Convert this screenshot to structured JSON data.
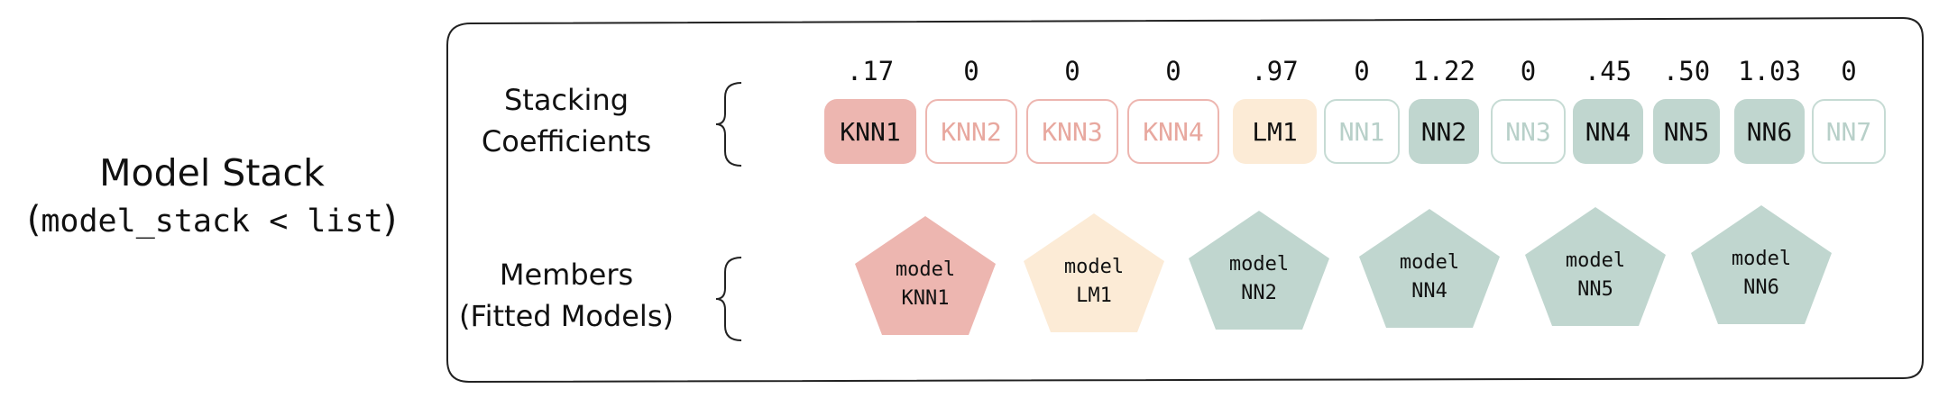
{
  "title": "Model Stack",
  "subtitle": "model_stack < list",
  "labels": {
    "coefficients": [
      "Stacking",
      "Coefficients"
    ],
    "members": [
      "Members",
      "(Fitted Models)"
    ]
  },
  "colors": {
    "knn_fill": "#EDB6B0",
    "knn_outline": "#EDB6B0",
    "knn_text_dim": "#E8A89F",
    "lm_fill": "#FCEBD6",
    "nn_fill": "#C0D6CF",
    "nn_outline": "#C6DBD4",
    "nn_text_dim": "#B8D0C9",
    "frame": "#222222"
  },
  "chips": [
    {
      "coef": ".17",
      "label": "KNN1",
      "family": "knn",
      "active": true
    },
    {
      "coef": "0",
      "label": "KNN2",
      "family": "knn",
      "active": false
    },
    {
      "coef": "0",
      "label": "KNN3",
      "family": "knn",
      "active": false
    },
    {
      "coef": "0",
      "label": "KNN4",
      "family": "knn",
      "active": false
    },
    {
      "coef": ".97",
      "label": "LM1",
      "family": "lm",
      "active": true
    },
    {
      "coef": "0",
      "label": "NN1",
      "family": "nn",
      "active": false
    },
    {
      "coef": "1.22",
      "label": "NN2",
      "family": "nn",
      "active": true
    },
    {
      "coef": "0",
      "label": "NN3",
      "family": "nn",
      "active": false
    },
    {
      "coef": ".45",
      "label": "NN4",
      "family": "nn",
      "active": true
    },
    {
      "coef": ".50",
      "label": "NN5",
      "family": "nn",
      "active": true
    },
    {
      "coef": "1.03",
      "label": "NN6",
      "family": "nn",
      "active": true
    },
    {
      "coef": "0",
      "label": "NN7",
      "family": "nn",
      "active": false
    }
  ],
  "members": [
    {
      "line1": "model",
      "line2": "KNN1",
      "family": "knn"
    },
    {
      "line1": "model",
      "line2": "LM1",
      "family": "lm"
    },
    {
      "line1": "model",
      "line2": "NN2",
      "family": "nn"
    },
    {
      "line1": "model",
      "line2": "NN4",
      "family": "nn"
    },
    {
      "line1": "model",
      "line2": "NN5",
      "family": "nn"
    },
    {
      "line1": "model",
      "line2": "NN6",
      "family": "nn"
    }
  ]
}
